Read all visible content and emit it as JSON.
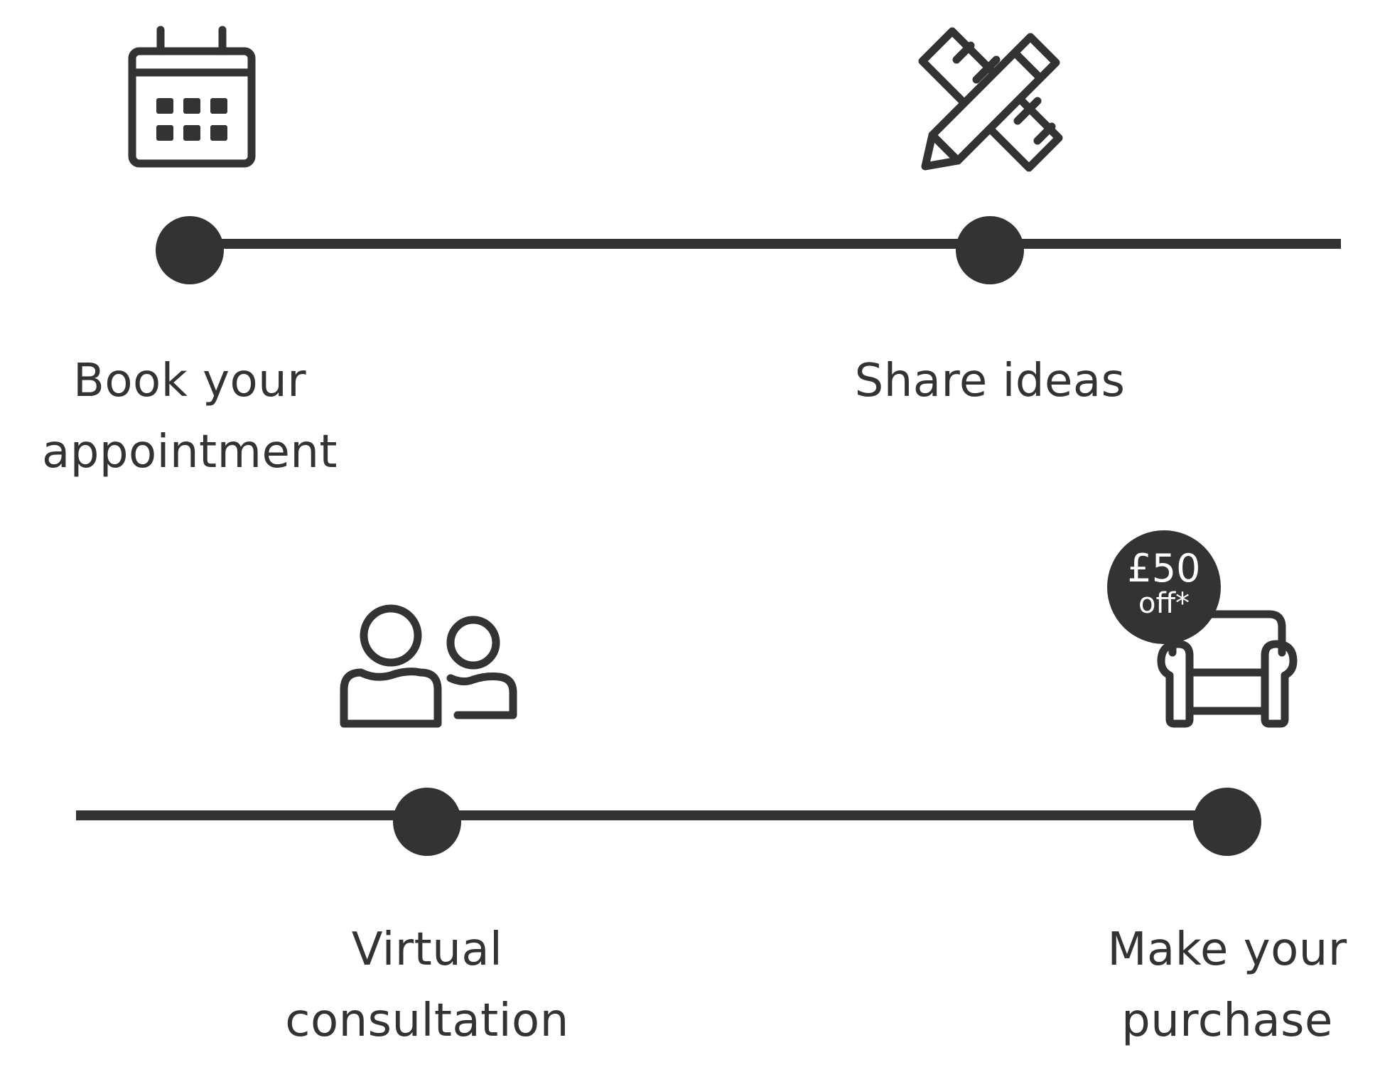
{
  "colors": {
    "ink": "#333333",
    "background": "#ffffff",
    "badge_text": "#ffffff"
  },
  "steps": [
    {
      "icon": "calendar-icon",
      "label_line1": "Book your",
      "label_line2": "appointment"
    },
    {
      "icon": "ruler-pencil-icon",
      "label_line1": "Share ideas",
      "label_line2": ""
    },
    {
      "icon": "people-icon",
      "label_line1": "Virtual",
      "label_line2": "consultation"
    },
    {
      "icon": "armchair-icon",
      "label_line1": "Make your",
      "label_line2": "purchase"
    }
  ],
  "badge": {
    "amount": "£50",
    "suffix": "off*"
  }
}
